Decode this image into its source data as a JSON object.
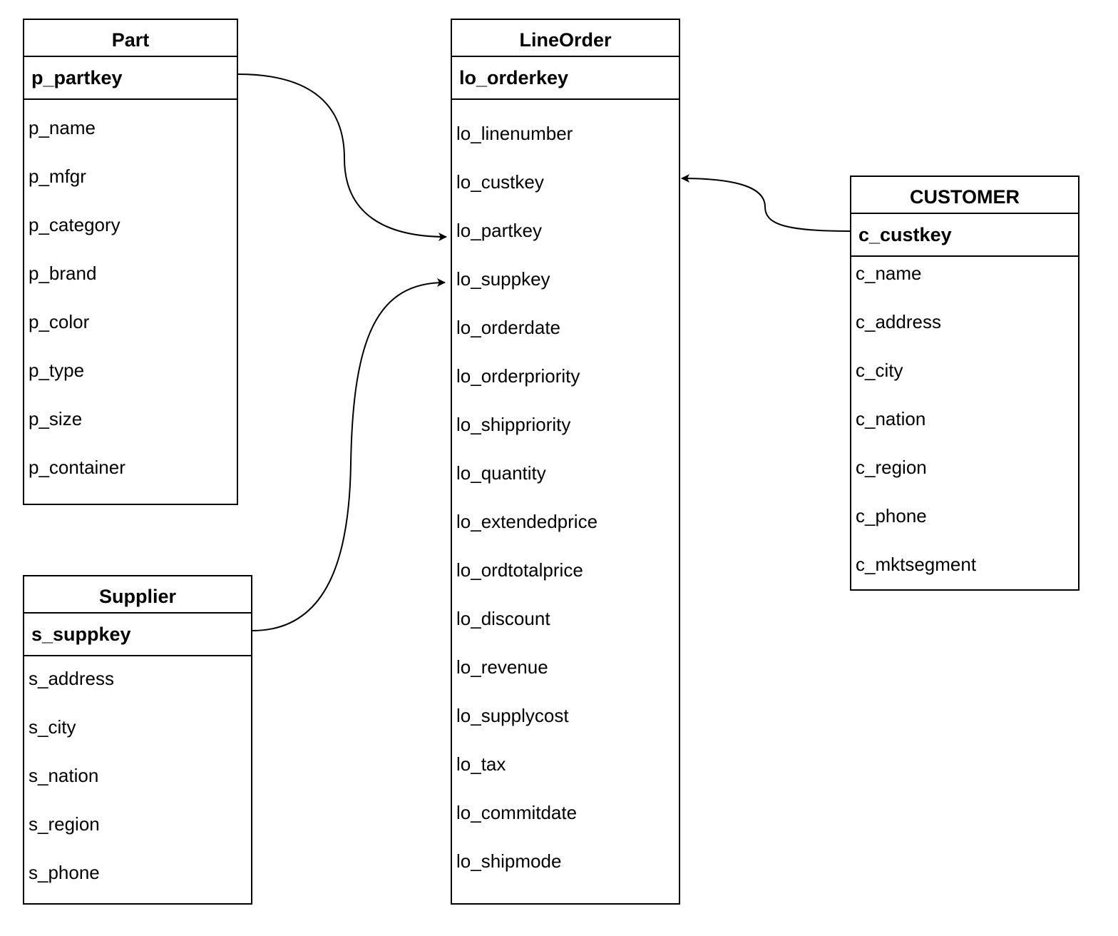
{
  "entities": {
    "part": {
      "title": "Part",
      "primary_key": "p_partkey",
      "fields": [
        "p_name",
        "p_mfgr",
        "p_category",
        "p_brand",
        "p_color",
        "p_type",
        "p_size",
        "p_container"
      ]
    },
    "supplier": {
      "title": "Supplier",
      "primary_key": "s_suppkey",
      "fields": [
        "s_address",
        "s_city",
        "s_nation",
        "s_region",
        "s_phone"
      ]
    },
    "lineorder": {
      "title": "LineOrder",
      "primary_key": "lo_orderkey",
      "fields": [
        "lo_linenumber",
        "lo_custkey",
        "lo_partkey",
        "lo_suppkey",
        "lo_orderdate",
        "lo_orderpriority",
        "lo_shippriority",
        "lo_quantity",
        "lo_extendedprice",
        "lo_ordtotalprice",
        "lo_discount",
        "lo_revenue",
        "lo_supplycost",
        "lo_tax",
        "lo_commitdate",
        "lo_shipmode"
      ]
    },
    "customer": {
      "title": "CUSTOMER",
      "primary_key": "c_custkey",
      "fields": [
        "c_name",
        "c_address",
        "c_city",
        "c_nation",
        "c_region",
        "c_phone",
        "c_mktsegment"
      ]
    }
  },
  "relationships": [
    {
      "from": "part.p_partkey",
      "to": "lineorder.lo_partkey"
    },
    {
      "from": "supplier.s_suppkey",
      "to": "lineorder.lo_suppkey"
    },
    {
      "from": "customer.c_custkey",
      "to": "lineorder.lo_custkey"
    }
  ]
}
